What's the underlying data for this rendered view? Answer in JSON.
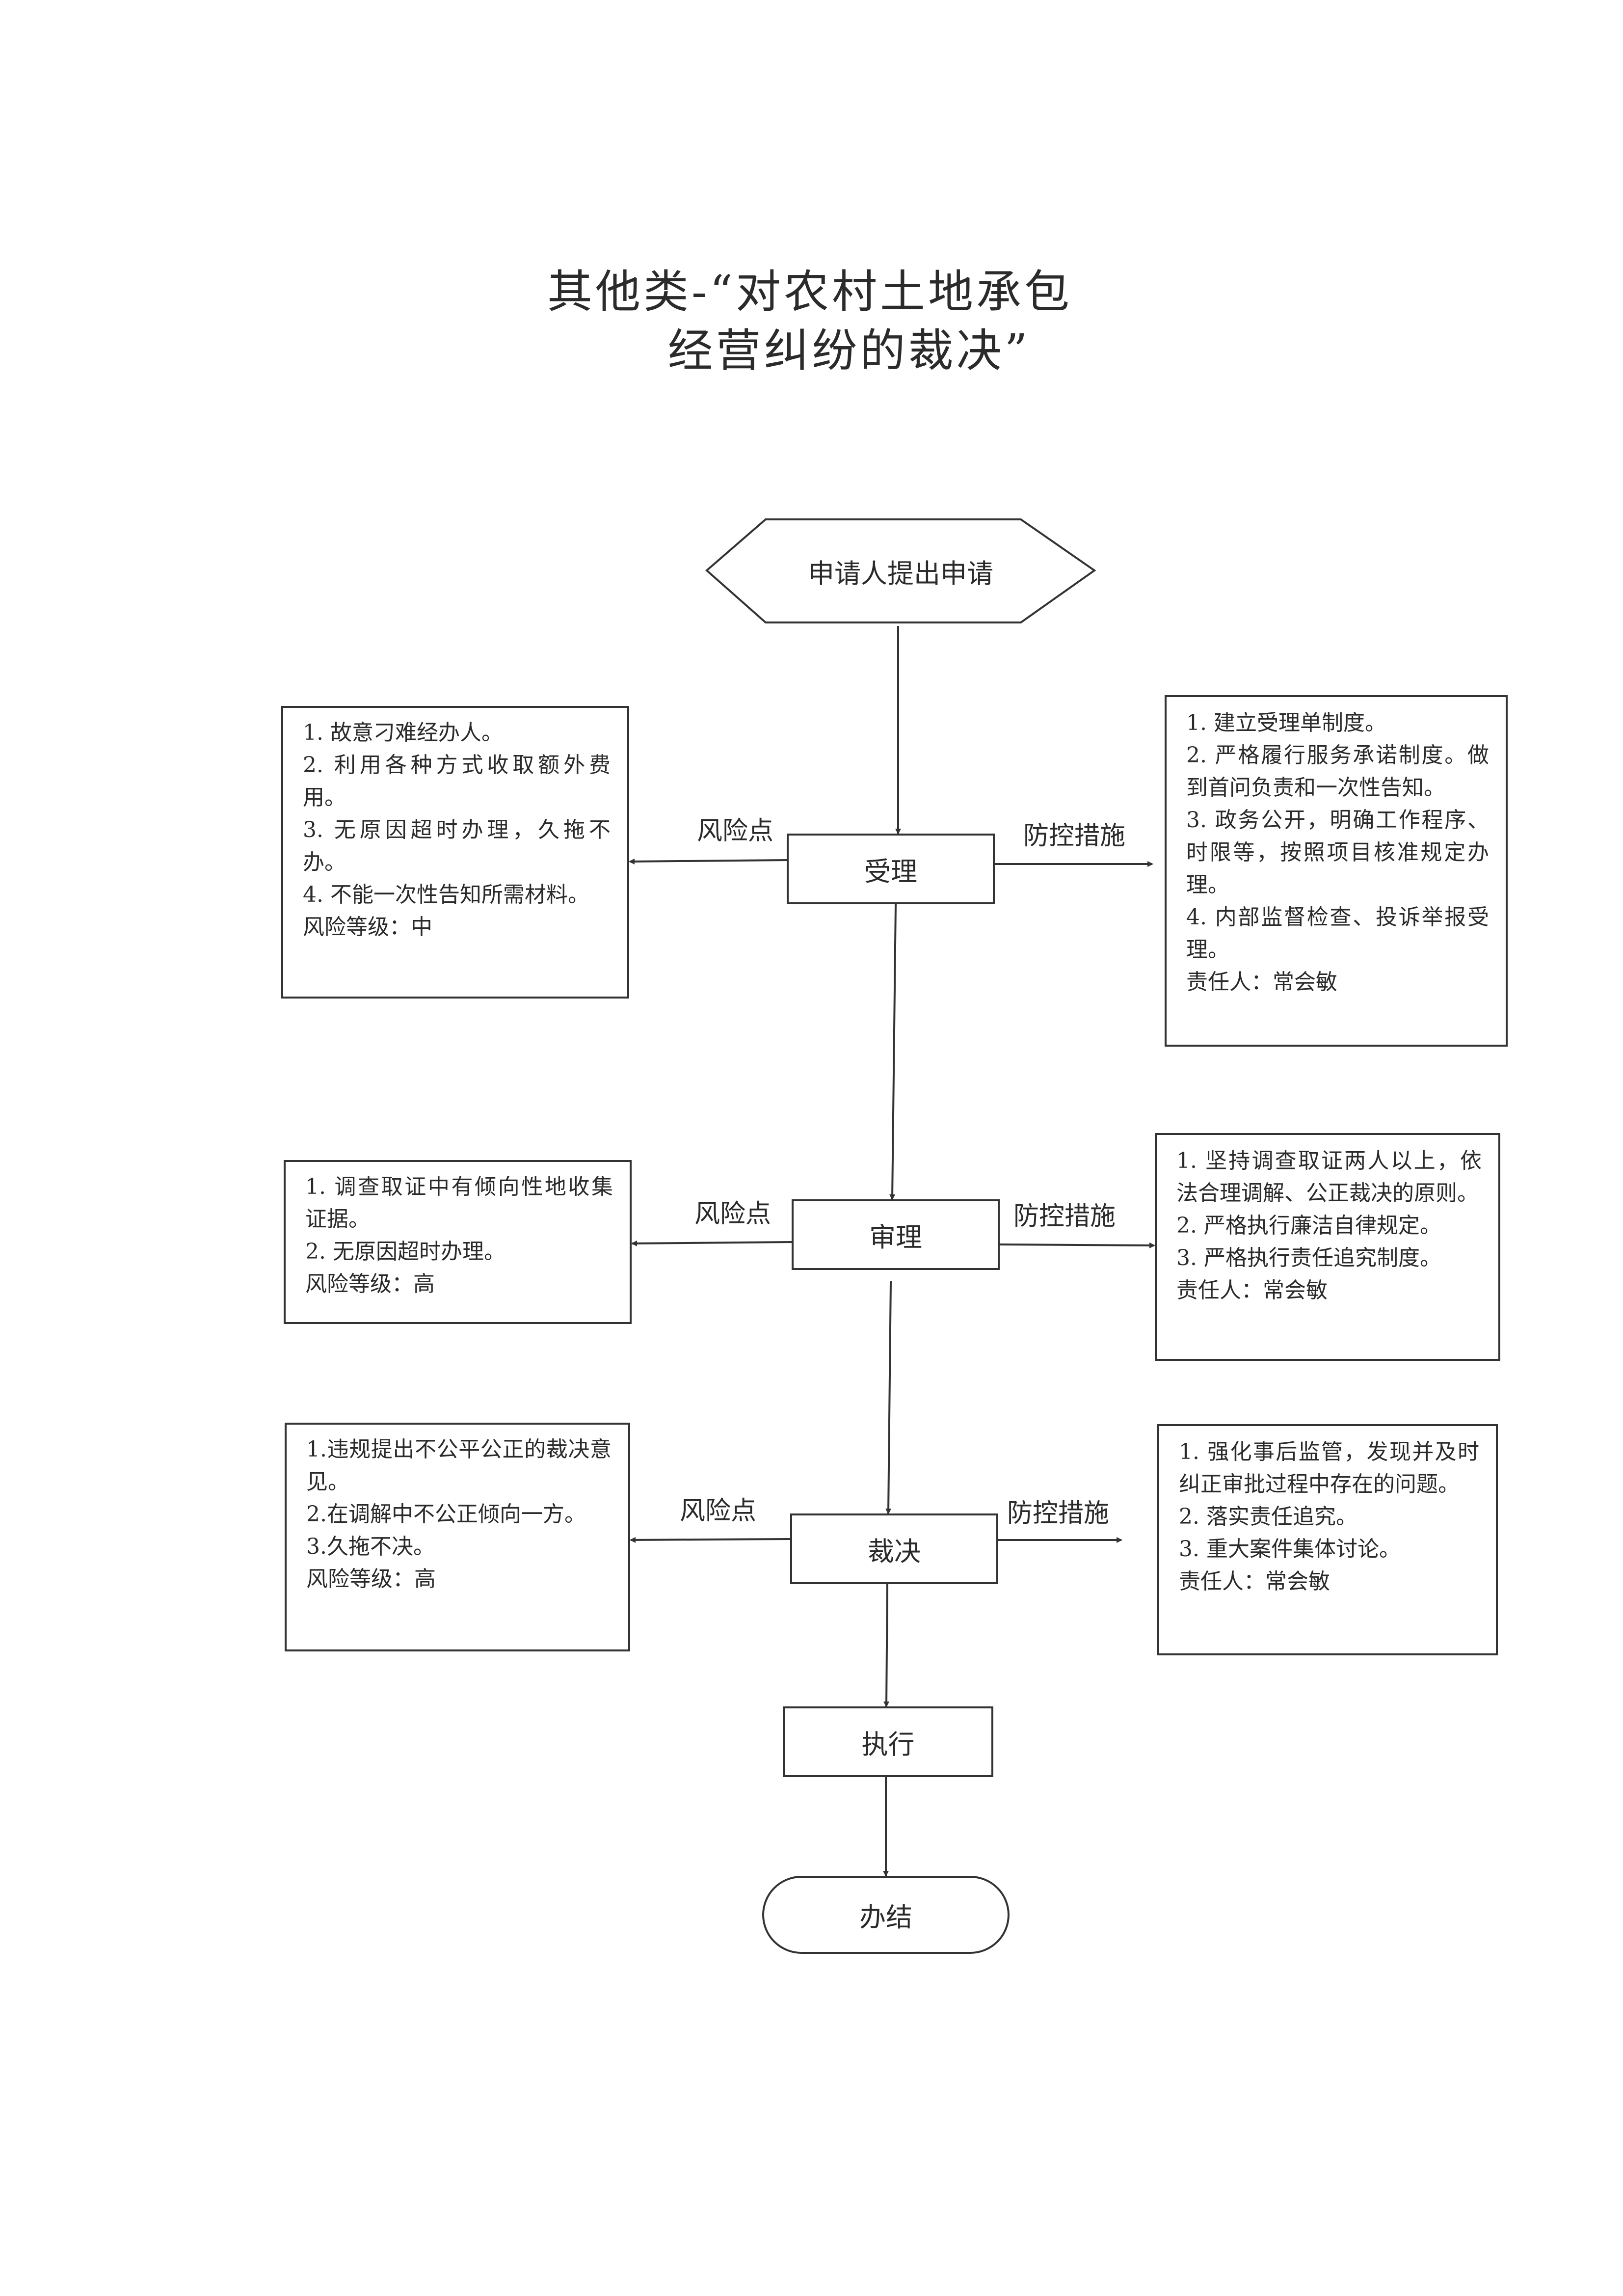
{
  "title": {
    "line1": "其他类-“对农村土地承包",
    "line2": "经营纠纷的裁决”"
  },
  "nodes": {
    "start": "申请人提出申请",
    "accept": "受理",
    "review": "审理",
    "ruling": "裁决",
    "execute": "执行",
    "end": "办结"
  },
  "edge_labels": {
    "risk_point": "风险点",
    "control_measures": "防控措施"
  },
  "risk": {
    "accept": [
      "1. 故意刁难经办人。",
      "2. 利用各种方式收取额外费用。",
      "3. 无原因超时办理，久拖不办。",
      "4. 不能一次性告知所需材料。",
      "风险等级：中"
    ],
    "review": [
      "1. 调查取证中有倾向性地收集证据。",
      "2. 无原因超时办理。",
      "风险等级：高"
    ],
    "ruling": [
      "1.违规提出不公平公正的裁决意见。",
      "2.在调解中不公正倾向一方。",
      "3.久拖不决。",
      "风险等级：高"
    ]
  },
  "control": {
    "accept": [
      "1. 建立受理单制度。",
      "2. 严格履行服务承诺制度。做到首问负责和一次性告知。",
      "3. 政务公开，明确工作程序、时限等，按照项目核准规定办理。",
      "4. 内部监督检查、投诉举报受理。",
      "责任人：常会敏"
    ],
    "review": [
      "1. 坚持调查取证两人以上，依法合理调解、公正裁决的原则。",
      "2. 严格执行廉洁自律规定。",
      "3. 严格执行责任追究制度。",
      "责任人：常会敏"
    ],
    "ruling": [
      "1.  强化事后监管，发现并及时纠正审批过程中存在的问题。",
      "2. 落实责任追究。",
      "3. 重大案件集体讨论。",
      "责任人：常会敏"
    ]
  }
}
